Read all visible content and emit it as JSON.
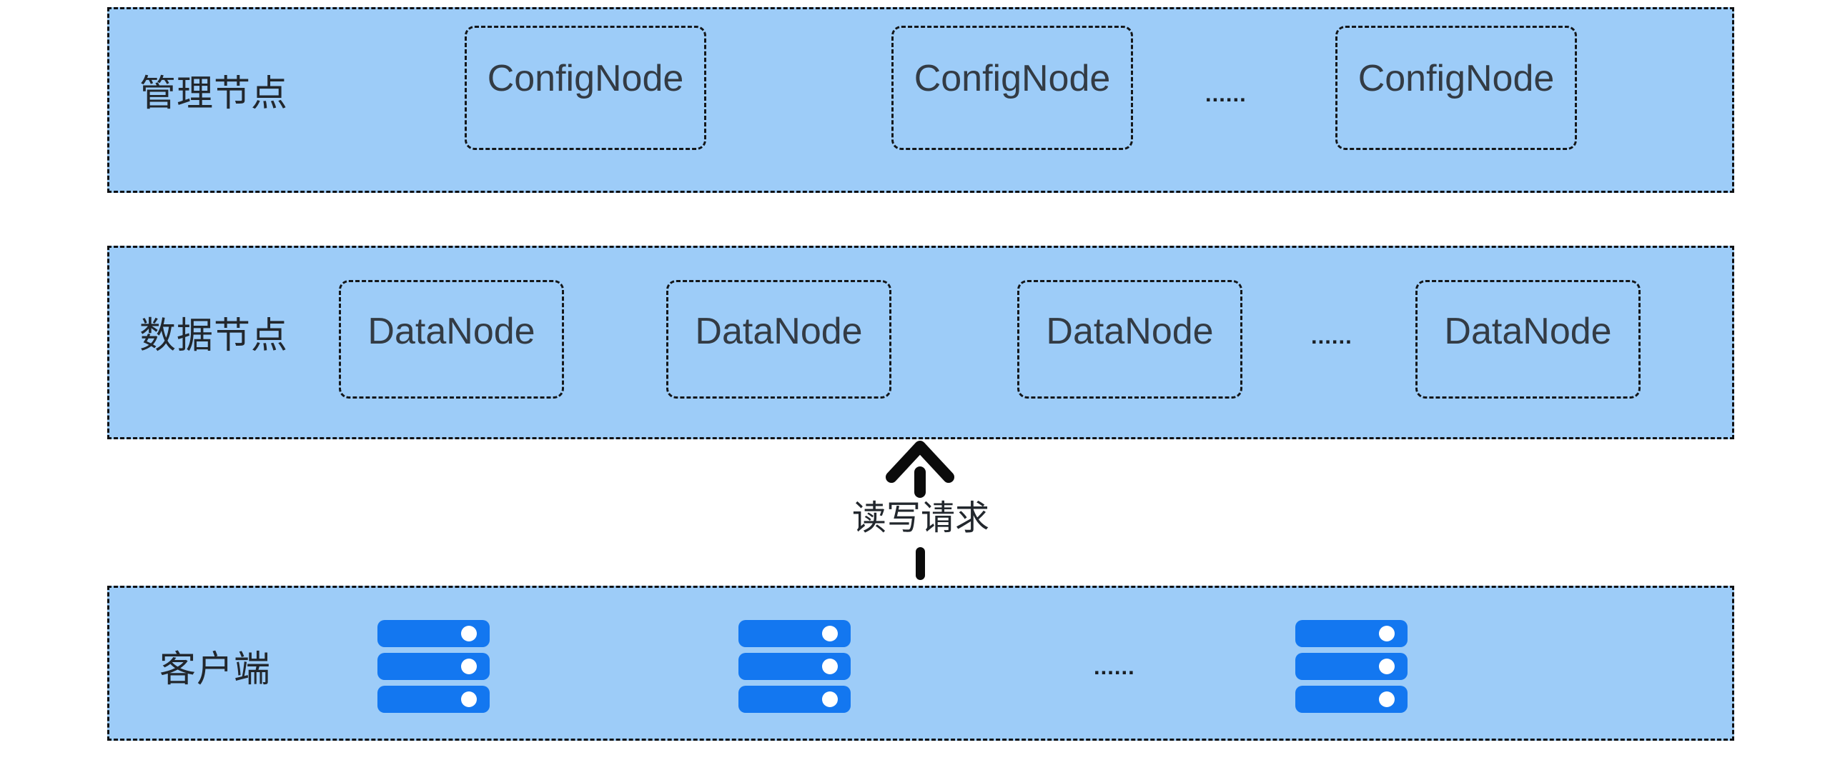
{
  "colors": {
    "band_fill": "#9dccf8",
    "band_border": "#0e1013",
    "node_border": "#14171a",
    "node_text": "#333b44",
    "label_text": "#22272d",
    "server_blue": "#1377f0",
    "arrow_black": "#0b0b0b",
    "page_bg": "#ffffff"
  },
  "layers": [
    {
      "name": "管理节点",
      "nodes": [
        "ConfigNode",
        "ConfigNode",
        "ConfigNode"
      ],
      "ellipsis": "......"
    },
    {
      "name": "数据节点",
      "nodes": [
        "DataNode",
        "DataNode",
        "DataNode",
        "DataNode"
      ],
      "ellipsis": "......"
    },
    {
      "name": "客户端",
      "server_icon_count": 3,
      "ellipsis": "......"
    }
  ],
  "arrow": {
    "label": "读写请求",
    "direction": "up"
  }
}
